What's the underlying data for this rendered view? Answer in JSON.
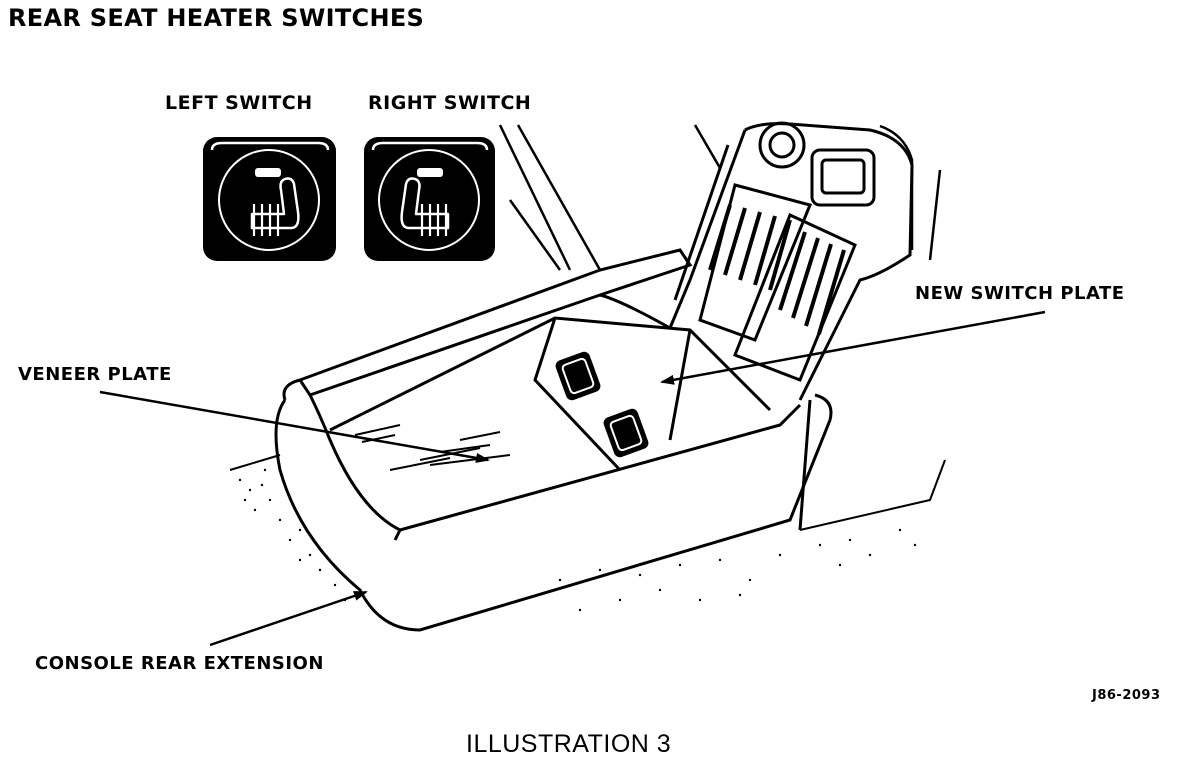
{
  "title": "REAR SEAT HEATER SWITCHES",
  "labels": {
    "left_switch": "LEFT SWITCH",
    "right_switch": "RIGHT SWITCH",
    "new_switch_plate": "NEW SWITCH PLATE",
    "veneer_plate": "VENEER PLATE",
    "console_rear_extension": "CONSOLE REAR EXTENSION"
  },
  "part_number": "J86-2093",
  "caption": "ILLUSTRATION 3"
}
